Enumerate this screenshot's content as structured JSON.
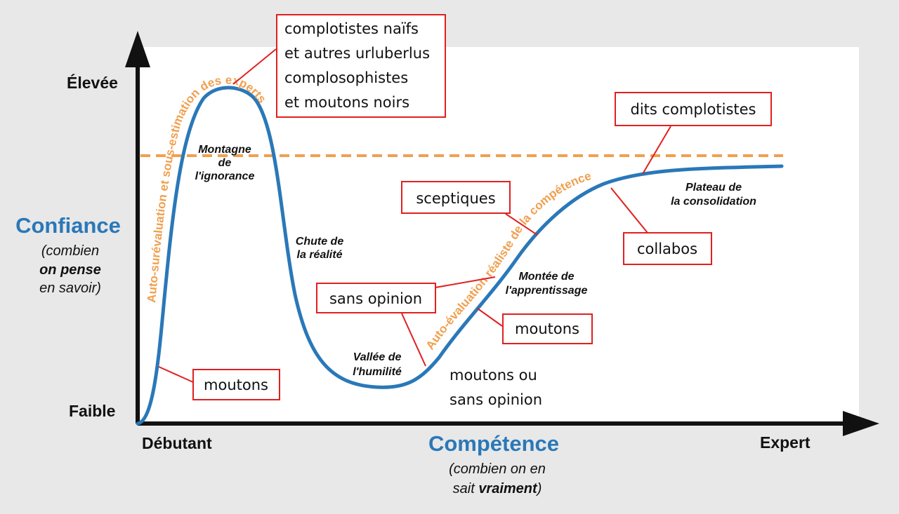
{
  "axes": {
    "y_high": "Élevée",
    "y_low": "Faible",
    "y_title": "Confiance",
    "y_sub_line1": "(combien",
    "y_sub_line2": "on pense",
    "y_sub_line3": "en savoir)",
    "x_start": "Débutant",
    "x_end": "Expert",
    "x_title": "Compétence",
    "x_sub_line1": "(combien on en",
    "x_sub_line2_prefix": "sait ",
    "x_sub_line2_bold": "vraiment",
    "x_sub_line2_suffix": ")"
  },
  "stages": {
    "mountain_l1": "Montagne",
    "mountain_l2": "de",
    "mountain_l3": "l'ignorance",
    "fall_l1": "Chute de",
    "fall_l2": "la réalité",
    "valley_l1": "Vallée de",
    "valley_l2": "l'humilité",
    "climb_l1": "Montée de",
    "climb_l2": "l'apprentissage",
    "plateau_l1": "Plateau de",
    "plateau_l2": "la consolidation"
  },
  "curve_labels": {
    "over": "Auto-surévaluation et sous-estimation des experts",
    "realistic": "Auto-évaluation réaliste de la compétence"
  },
  "boxes": {
    "naive_l1": "complotistes naïfs",
    "naive_l2": "et autres urluberlus",
    "naive_l3": "complosophistes",
    "naive_l4": "et moutons noirs",
    "dits": "dits complotistes",
    "sceptiques": "sceptiques",
    "collabos": "collabos",
    "sans_opinion": "sans opinion",
    "moutons_mid": "moutons",
    "moutons_left": "moutons"
  },
  "free_text": {
    "l1": "moutons ou",
    "l2": "sans opinion"
  },
  "colors": {
    "curve": "#2a78b8",
    "orange": "#f0a050",
    "box_border": "#e02020",
    "plot_bg": "#ffffff",
    "page_bg": "#e8e8e8"
  }
}
